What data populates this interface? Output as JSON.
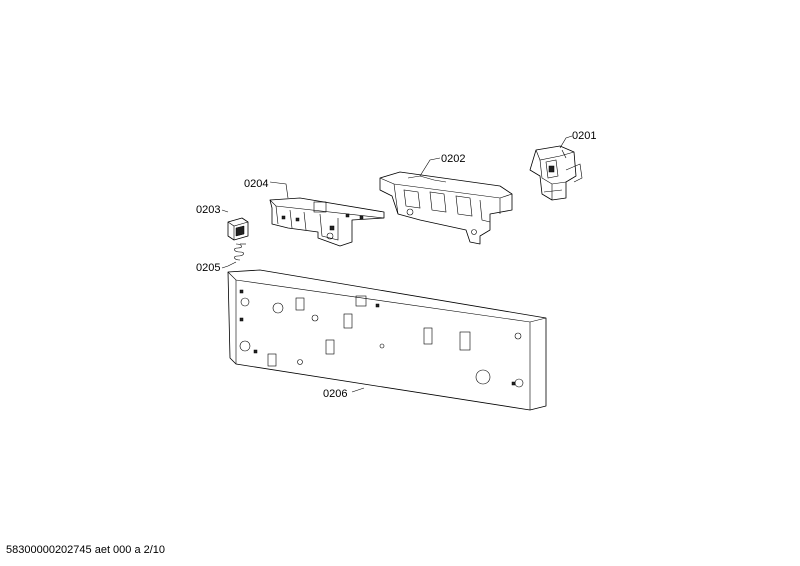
{
  "callouts": {
    "c0201": "0201",
    "c0202": "0202",
    "c0203": "0203",
    "c0204": "0204",
    "c0205": "0205",
    "c0206": "0206"
  },
  "footer": {
    "document_id": "58300000202745 aet 000 a 2/10"
  }
}
